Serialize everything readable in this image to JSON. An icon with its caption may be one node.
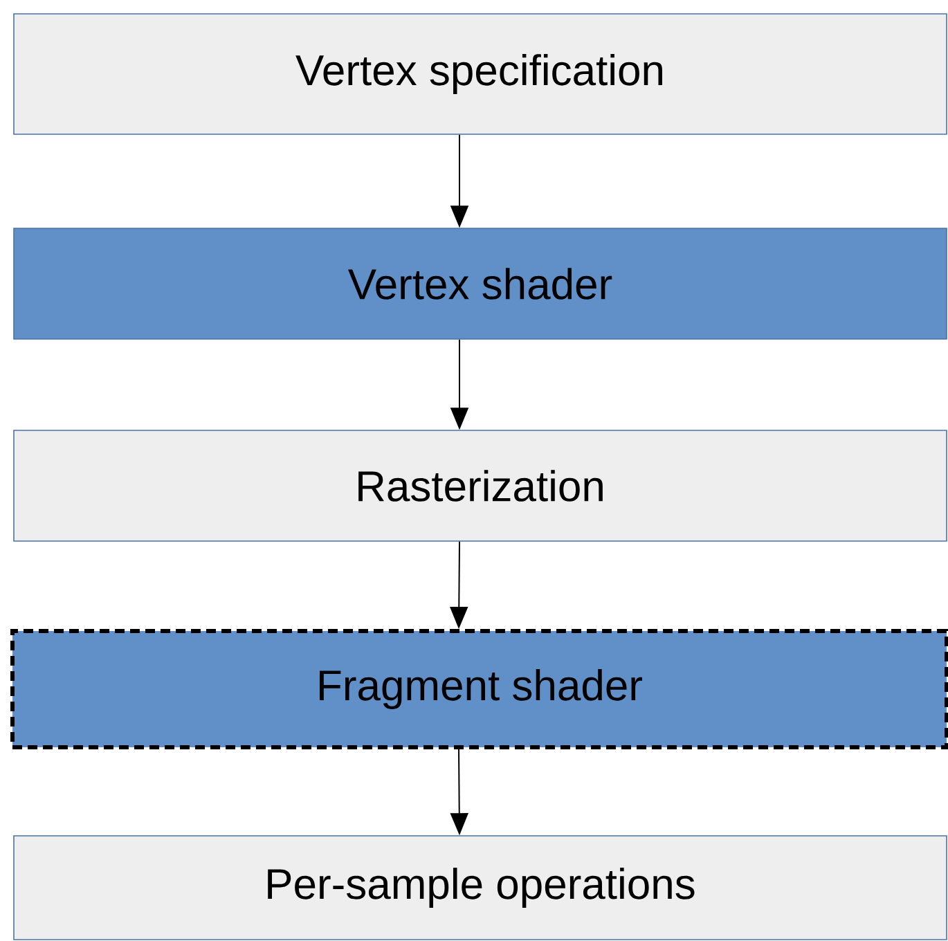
{
  "diagram": {
    "nodes": [
      {
        "text": [
          "Vertex specification"
        ]
      },
      {
        "text": [
          "Vertex shader"
        ]
      },
      {
        "text": [
          "Rasterization"
        ]
      },
      {
        "text": [
          "Fragment shader"
        ]
      },
      {
        "text": [
          "Per-sample operations"
        ]
      }
    ],
    "edges": [
      {
        "from": 0,
        "to": 1,
        "arrow": "to"
      },
      {
        "from": 1,
        "to": 2,
        "arrow": "to"
      },
      {
        "from": 2,
        "to": 3,
        "arrow": "to"
      },
      {
        "from": 3,
        "to": 4,
        "arrow": "to"
      }
    ]
  }
}
